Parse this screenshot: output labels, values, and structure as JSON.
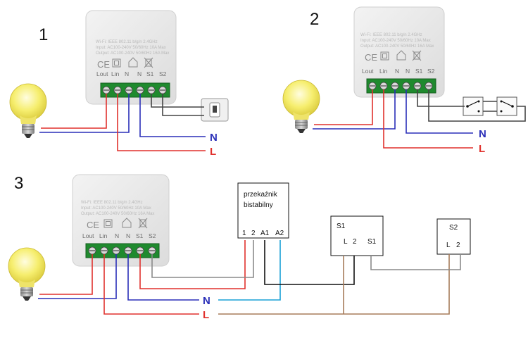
{
  "diagrams": [
    {
      "number": "1",
      "spec_lines": [
        "Wi-Fi: IEEE 802.11 b/g/n 2.4GHz",
        "Input: AC100-240V 50/60Hz 10A Max",
        "Output: AC100-240V 50/60Hz 16A Max"
      ],
      "terminals": [
        "Lout",
        "Lin",
        "N",
        "N",
        "S1",
        "S2"
      ],
      "neutral_label": "N",
      "line_label": "L"
    },
    {
      "number": "2",
      "spec_lines": [
        "Wi-Fi: IEEE 802.11 b/g/n 2.4GHz",
        "Input: AC100-240V 50/60Hz 10A Max",
        "Output: AC100-240V 50/60Hz 16A Max"
      ],
      "terminals": [
        "Lout",
        "Lin",
        "N",
        "N",
        "S1",
        "S2"
      ],
      "neutral_label": "N",
      "line_label": "L"
    },
    {
      "number": "3",
      "spec_lines": [
        "Wi-Fi: IEEE 802.11 b/g/n 2.4GHz",
        "Input: AC100-240V 50/60Hz 10A Max",
        "Output: AC100-240V 50/60Hz 16A Max"
      ],
      "terminals": [
        "Lout",
        "Lin",
        "N",
        "N",
        "S1",
        "S2"
      ],
      "neutral_label": "N",
      "line_label": "L",
      "relay": {
        "title_line1": "przekaźnik",
        "title_line2": "bistabilny",
        "pins": [
          "1",
          "2",
          "A1",
          "A2"
        ]
      },
      "switch_s1": {
        "title": "S1",
        "pins": [
          "L",
          "2",
          "S1"
        ]
      },
      "switch_s2": {
        "title": "S2",
        "pins": [
          "L",
          "2"
        ]
      }
    }
  ],
  "colors": {
    "line": "#e0312d",
    "neutral": "#2a2fb8",
    "relay_line": "#19a0d6",
    "switch_wire": "#8a8a8a",
    "brown_wire": "#a77c5a",
    "black_wire": "#111111",
    "bulb": "#f7ef6a",
    "module_body": "#e8e8e8",
    "terminal_block": "#1f8a2e"
  }
}
